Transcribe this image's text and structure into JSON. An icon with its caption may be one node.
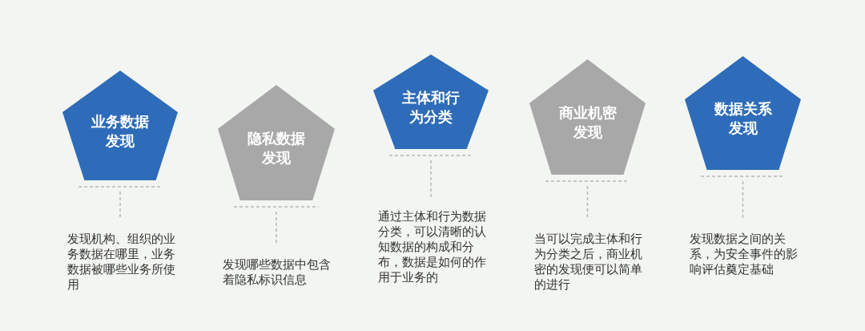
{
  "diagram": {
    "nodes": [
      {
        "text": [
          "业务数据发现"
        ]
      },
      {
        "text": [
          "隐私数据发现"
        ]
      },
      {
        "text": [
          "主体和行为分类"
        ]
      },
      {
        "text": [
          "商业机密发现"
        ]
      },
      {
        "text": [
          "数据关系发现"
        ]
      },
      {
        "text": [
          "发现机构、组织的业务数据在哪里，业务数据被哪些业务所使用"
        ]
      },
      {
        "text": [
          "发现哪些数据中包含着隐私标识信息"
        ]
      },
      {
        "text": [
          "通过主体和行为数据分类，可以清晰的认知数据的构成和分布，数据是如何的作用于业务的"
        ]
      },
      {
        "text": [
          "当可以完成主体和行为分类之后，商业机密的发现便可以简单的进行"
        ]
      },
      {
        "text": [
          "发现数据之间的关系，为安全事件的影响评估奠定基础"
        ]
      }
    ],
    "edges": [
      {
        "from": 0,
        "to": 5,
        "arrow": "none",
        "style": "dashed"
      },
      {
        "from": 1,
        "to": 6,
        "arrow": "none",
        "style": "dashed"
      },
      {
        "from": 2,
        "to": 7,
        "arrow": "none",
        "style": "dashed"
      },
      {
        "from": 3,
        "to": 8,
        "arrow": "none",
        "style": "dashed"
      },
      {
        "from": 4,
        "to": 9,
        "arrow": "none",
        "style": "dashed"
      }
    ]
  }
}
